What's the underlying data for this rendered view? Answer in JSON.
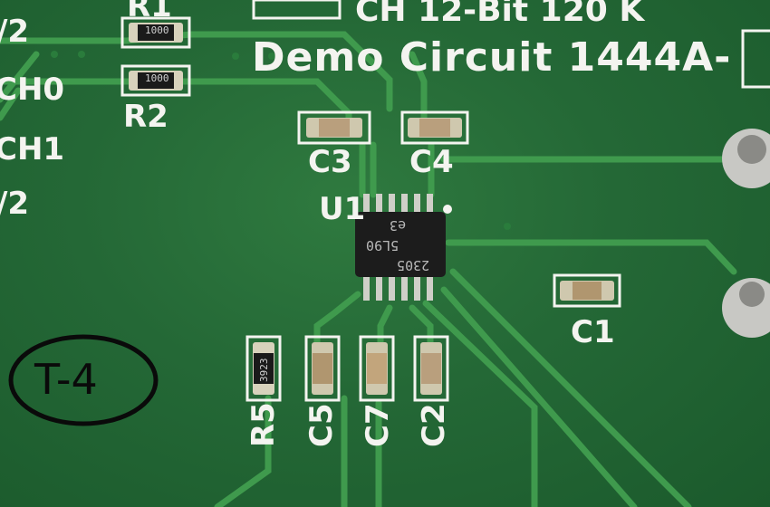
{
  "board": {
    "title_fragment": "CH 12-Bit 120 K",
    "demo_text": "Demo Circuit 1444A-",
    "left_labels": [
      "/2",
      "CH0",
      "CH1",
      "/2"
    ],
    "marker_text": "T-4",
    "chip": {
      "refdes": "U1",
      "line1": "2305",
      "line2": "5L90",
      "line3": "e3"
    },
    "resistor_code": "1000",
    "r5_code": "3923",
    "components": [
      "R1",
      "R2",
      "C3",
      "C4",
      "C1",
      "R5",
      "C5",
      "C7",
      "C2"
    ]
  },
  "colors": {
    "board": "#246836",
    "trace": "#3f9a4d",
    "silkscreen": "#f4f4f0",
    "copper_pad": "#c9c2a8"
  }
}
